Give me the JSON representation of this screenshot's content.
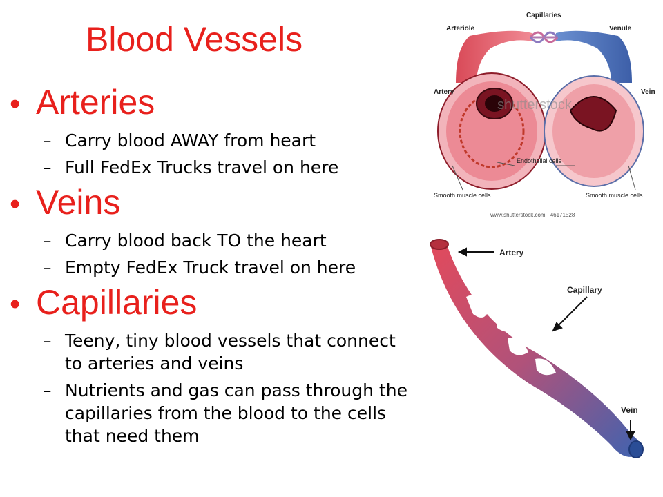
{
  "slide": {
    "title": "Blood Vessels",
    "sections": [
      {
        "heading": "Arteries",
        "points": [
          "Carry blood AWAY from heart",
          "Full FedEx Trucks travel on here"
        ]
      },
      {
        "heading": "Veins",
        "points": [
          "Carry blood back TO the heart",
          "Empty FedEx Truck travel on here"
        ]
      },
      {
        "heading": "Capillaries",
        "points": [
          "Teeny, tiny blood vessels that connect to arteries and veins",
          "Nutrients and gas can pass through the capillaries from the blood to the cells that need them"
        ]
      }
    ]
  },
  "diagram_top": {
    "labels": {
      "capillaries": "Capillaries",
      "arteriole": "Arteriole",
      "venule": "Venule",
      "artery": "Artery",
      "vein": "Vein",
      "endothelial": "Endothelial cells",
      "smooth_left": "Smooth muscle cells",
      "smooth_right": "Smooth muscle cells"
    },
    "watermark": "shutterstock",
    "credit": "www.shutterstock.com · 46171528"
  },
  "diagram_bottom": {
    "labels": {
      "artery": "Artery",
      "capillary": "Capillary",
      "vein": "Vein"
    }
  },
  "colors": {
    "heading": "#e8201c",
    "artery": "#e05a66",
    "vein": "#4a6fb0"
  }
}
